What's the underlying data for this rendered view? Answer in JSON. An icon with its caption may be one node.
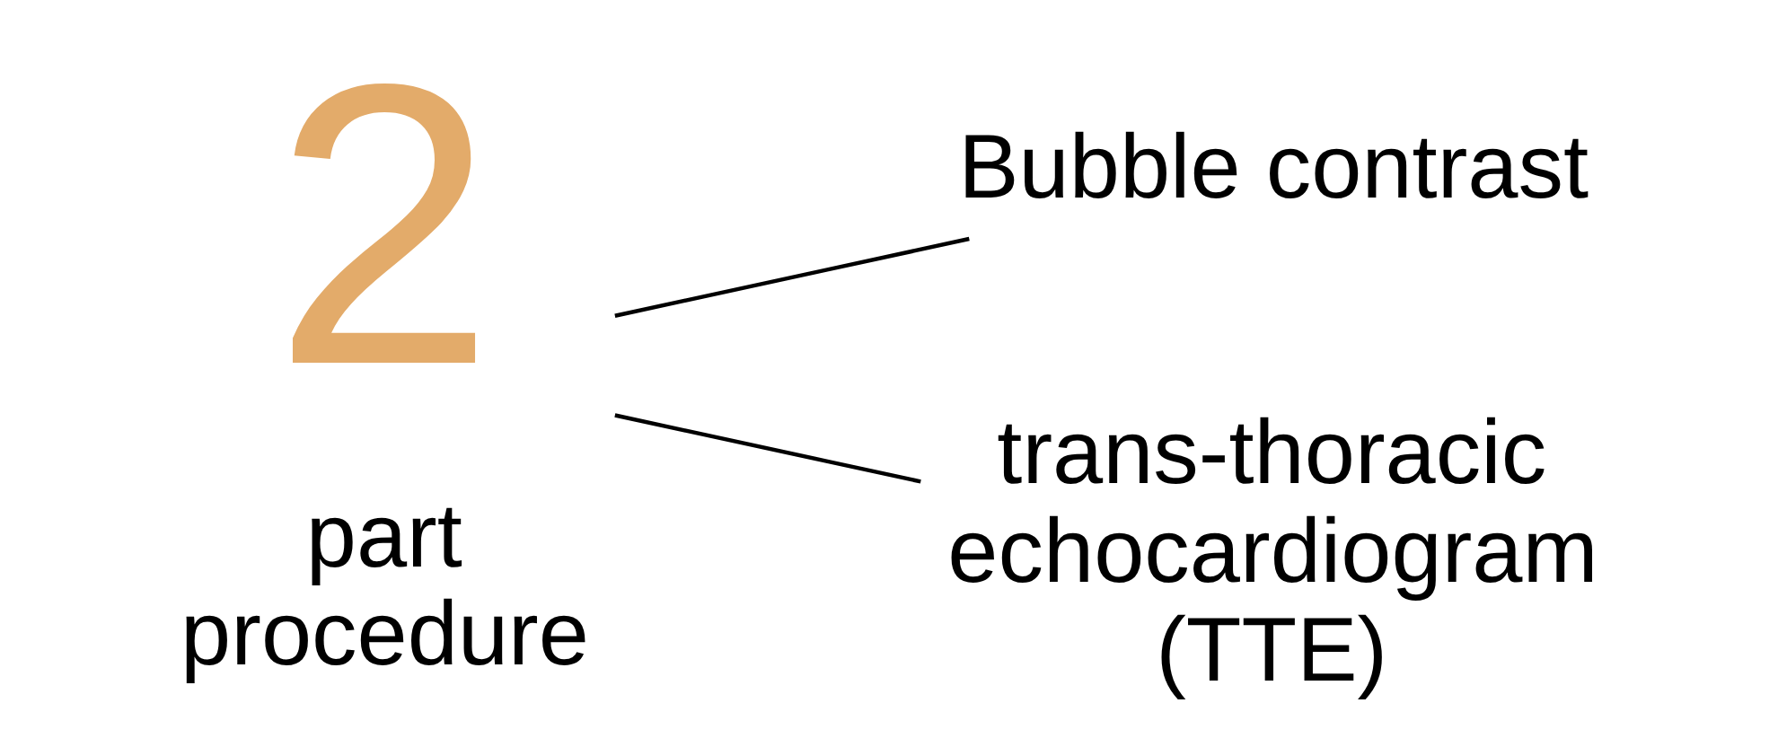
{
  "diagram": {
    "nodes": [
      {
        "text": [
          "2",
          "part procedure"
        ]
      },
      {
        "text": [
          "Bubble contrast"
        ]
      },
      {
        "text": [
          "trans-thoracic echocardiogram (TTE)"
        ]
      }
    ],
    "edges": [
      {
        "from": 0,
        "to": 1,
        "arrow": "none"
      },
      {
        "from": 0,
        "to": 2,
        "arrow": "none"
      }
    ]
  }
}
